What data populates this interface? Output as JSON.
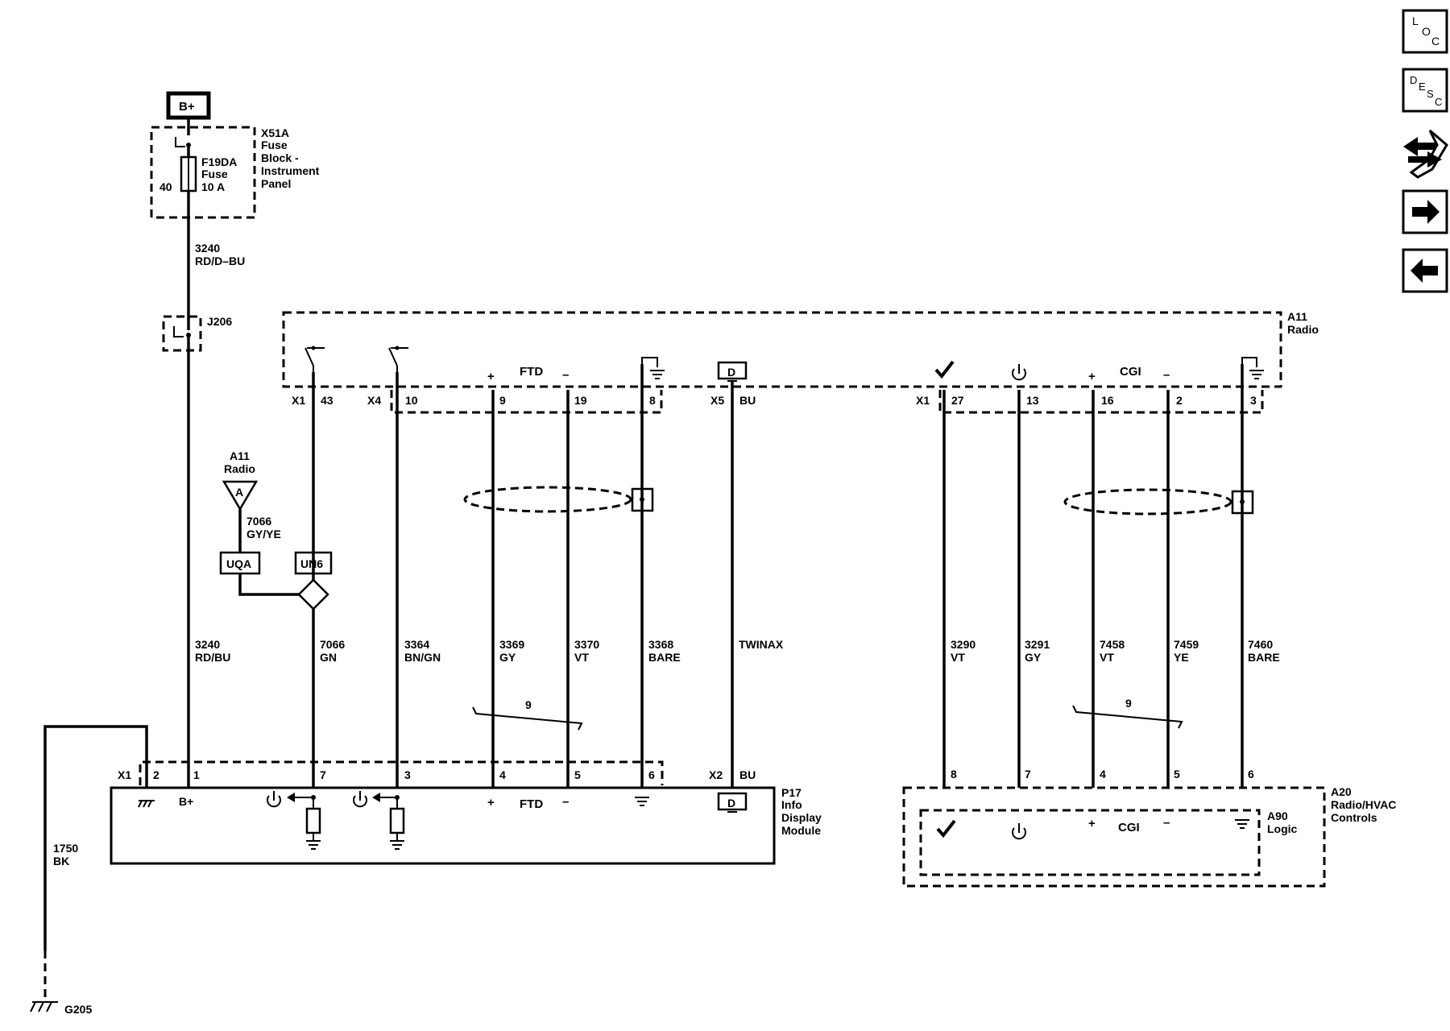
{
  "nav": {
    "loc": {
      "l": "L",
      "o": "O",
      "c": "C"
    },
    "desc": {
      "d": "D",
      "e": "E",
      "s": "S",
      "c": "C"
    },
    "icons": [
      "connector-view-icon",
      "next-arrow-icon",
      "previous-arrow-icon"
    ]
  },
  "power": {
    "label": "B+",
    "fuse_block": [
      "X51A",
      "Fuse",
      "Block -",
      "Instrument",
      "Panel"
    ],
    "fuse": [
      "F19DA",
      "Fuse",
      "10 A"
    ],
    "fuse_pin": "40",
    "wire_top": [
      "3240",
      "RD/D–BU"
    ],
    "splice": "J206",
    "wire_bottom": [
      "3240",
      "RD/BU"
    ]
  },
  "antenna": {
    "module": [
      "A11",
      "Radio"
    ],
    "symbol": "A",
    "wire": [
      "7066",
      "GY/YE"
    ],
    "option_uqa": "UQA",
    "option_un6": "UN6"
  },
  "radio": {
    "name": [
      "A11",
      "Radio"
    ],
    "connectors": {
      "x1": "X1",
      "x4": "X4",
      "x5": "X5"
    },
    "ftd_label": "FTD",
    "cgi_label": "CGI",
    "plus": "+",
    "minus": "–",
    "data_symbol": "D",
    "pins_left": [
      "43",
      "10",
      "9",
      "19",
      "8"
    ],
    "x5_pin": "BU",
    "pins_right": [
      "27",
      "13",
      "16",
      "2",
      "3"
    ]
  },
  "wires_left": [
    {
      "circuit": "7066",
      "color": "GN"
    },
    {
      "circuit": "3364",
      "color": "BN/GN"
    },
    {
      "circuit": "3369",
      "color": "GY"
    },
    {
      "circuit": "3370",
      "color": "VT"
    },
    {
      "circuit": "3368",
      "color": "BARE"
    },
    {
      "circuit": "TWINAX",
      "color": ""
    }
  ],
  "wires_right": [
    {
      "circuit": "3290",
      "color": "VT"
    },
    {
      "circuit": "3291",
      "color": "GY"
    },
    {
      "circuit": "7458",
      "color": "VT"
    },
    {
      "circuit": "7459",
      "color": "YE"
    },
    {
      "circuit": "7460",
      "color": "BARE"
    }
  ],
  "twist_label": "9",
  "display": {
    "name": [
      "P17",
      "Info",
      "Display",
      "Module"
    ],
    "connector_x1": "X1",
    "connector_x2": "X2",
    "x2_pin": "BU",
    "pins": [
      "2",
      "1",
      "7",
      "3",
      "4",
      "5",
      "6"
    ],
    "b_plus": "B+",
    "ftd_label": "FTD"
  },
  "ground": {
    "wire": [
      "1750",
      "BK"
    ],
    "point": "G205"
  },
  "controls": {
    "name": [
      "A20",
      "Radio/HVAC",
      "Controls"
    ],
    "logic": [
      "A90",
      "Logic"
    ],
    "pins": [
      "8",
      "7",
      "4",
      "5",
      "6"
    ],
    "cgi_label": "CGI"
  }
}
